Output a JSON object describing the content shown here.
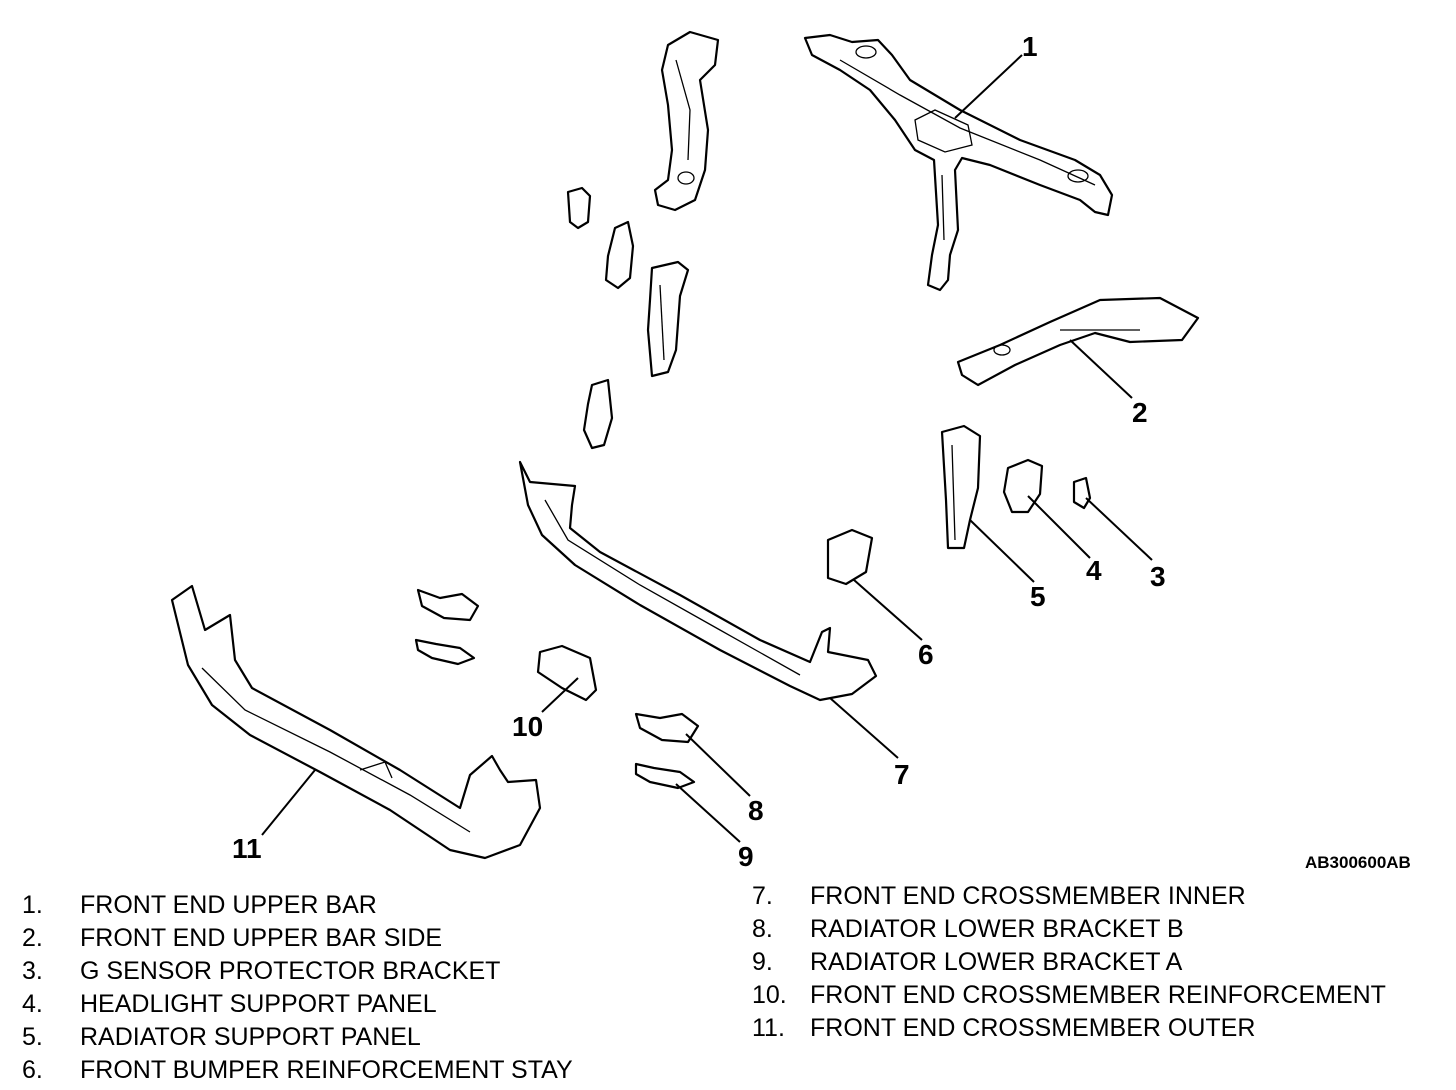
{
  "figure_id": "AB300600AB",
  "callouts": [
    "1",
    "2",
    "3",
    "4",
    "5",
    "6",
    "7",
    "8",
    "9",
    "10",
    "11"
  ],
  "legend": {
    "left": [
      {
        "num": "1.",
        "label": "FRONT END UPPER BAR"
      },
      {
        "num": "2.",
        "label": "FRONT END UPPER BAR SIDE"
      },
      {
        "num": "3.",
        "label": "G SENSOR PROTECTOR BRACKET"
      },
      {
        "num": "4.",
        "label": "HEADLIGHT SUPPORT PANEL"
      },
      {
        "num": "5.",
        "label": "RADIATOR SUPPORT PANEL"
      },
      {
        "num": "6.",
        "label": "FRONT BUMPER REINFORCEMENT STAY"
      }
    ],
    "right": [
      {
        "num": "7.",
        "label": "FRONT END CROSSMEMBER INNER"
      },
      {
        "num": "8.",
        "label": "RADIATOR LOWER BRACKET B"
      },
      {
        "num": "9.",
        "label": "RADIATOR LOWER BRACKET A"
      },
      {
        "num": "10.",
        "label": "FRONT END CROSSMEMBER REINFORCEMENT"
      },
      {
        "num": "11.",
        "label": "FRONT END CROSSMEMBER OUTER"
      }
    ]
  }
}
